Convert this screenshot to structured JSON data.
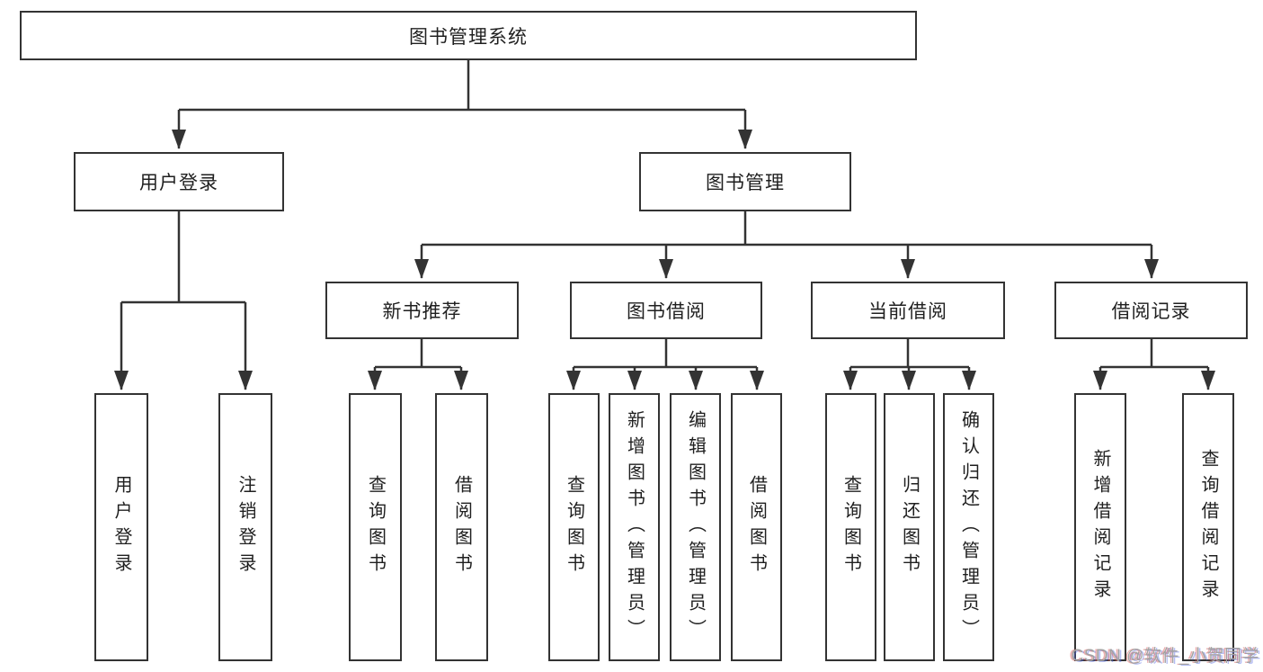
{
  "colors": {
    "line": "#333333",
    "box_border": "#333333",
    "text": "#1f1f1f",
    "background": "#ffffff",
    "watermark": "#a2a2a2"
  },
  "root": {
    "label": "图书管理系统"
  },
  "branches": [
    {
      "label": "用户登录",
      "children": [
        {
          "label": "用户登录"
        },
        {
          "label": "注销登录"
        }
      ]
    },
    {
      "label": "图书管理",
      "children": [
        {
          "label": "新书推荐",
          "children": [
            {
              "label": "查询图书"
            },
            {
              "label": "借阅图书"
            }
          ]
        },
        {
          "label": "图书借阅",
          "children": [
            {
              "label": "查询图书"
            },
            {
              "label": "新增图书（管理员）"
            },
            {
              "label": "编辑图书（管理员）"
            },
            {
              "label": "借阅图书"
            }
          ]
        },
        {
          "label": "当前借阅",
          "children": [
            {
              "label": "查询图书"
            },
            {
              "label": "归还图书"
            },
            {
              "label": "确认归还（管理员）"
            }
          ]
        },
        {
          "label": "借阅记录",
          "children": [
            {
              "label": "新增借阅记录"
            },
            {
              "label": "查询借阅记录"
            }
          ]
        }
      ]
    }
  ],
  "watermark": {
    "text": "CSDN @软件_小贺同学"
  }
}
